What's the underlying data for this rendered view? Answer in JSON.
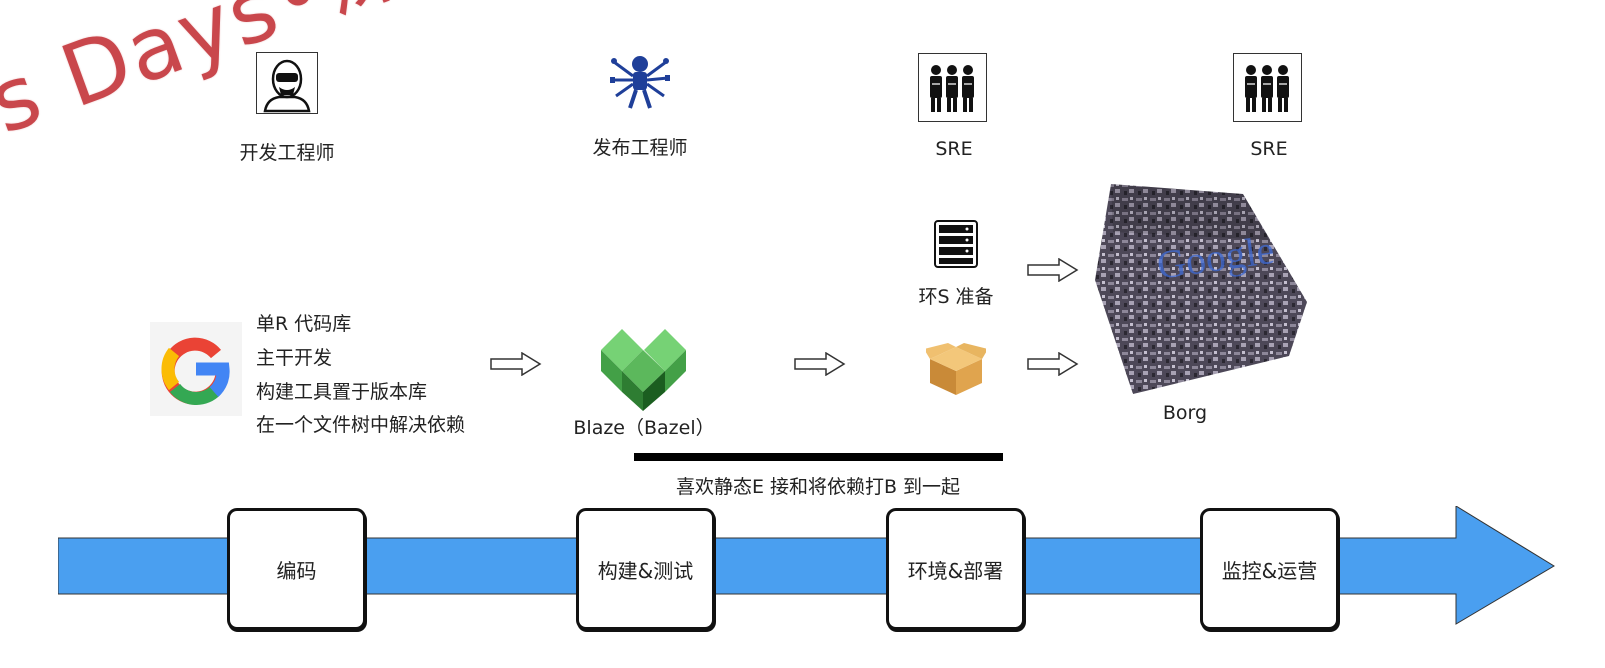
{
  "watermark": "s Days•深圳站",
  "roles": {
    "developer": "开发工程师",
    "release": "发布工程师",
    "sre_1": "SRE",
    "sre_2": "SRE"
  },
  "practices": [
    "单R  代码库",
    "主干开发",
    "构建工具置于版本库",
    "在一个文件树中解决依赖"
  ],
  "tools": {
    "blaze": "Blaze（Bazel）",
    "env_prep": "环S  准备",
    "borg": "Borg",
    "google_logo_text": "Google"
  },
  "linking_note": "喜欢静态E  接和将依赖打B  到一起",
  "pipeline": {
    "stages": [
      "编码",
      "构建&测试",
      "环境&部署",
      "监控&运营"
    ]
  },
  "colors": {
    "arrow": "#4a9ff0",
    "watermark": "#c0272d",
    "bazel_green": "#43a047"
  }
}
